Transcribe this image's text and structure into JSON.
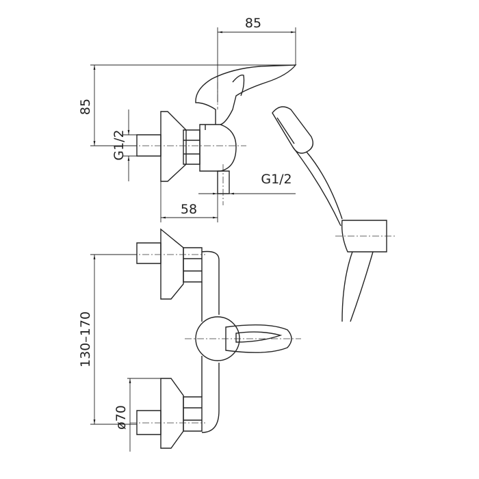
{
  "dimensions": {
    "spout_reach": "85",
    "spout_height": "85",
    "inlet_thread_side": "G1/2",
    "outlet_thread": "G1/2",
    "wall_to_outlet": "58",
    "inlet_spacing": "130–170",
    "flange_diameter": "ø70"
  }
}
